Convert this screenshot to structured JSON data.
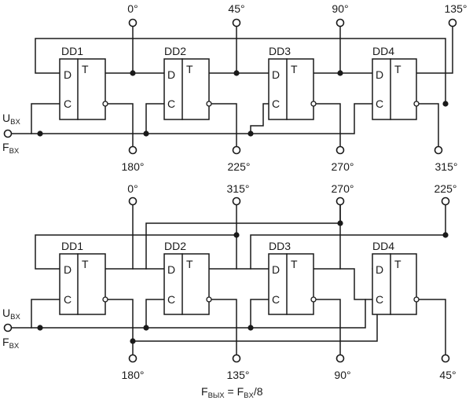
{
  "top": {
    "chips": [
      {
        "name": "DD1",
        "d": "D",
        "t": "T",
        "c": "C"
      },
      {
        "name": "DD2",
        "d": "D",
        "t": "T",
        "c": "C"
      },
      {
        "name": "DD3",
        "d": "D",
        "t": "T",
        "c": "C"
      },
      {
        "name": "DD4",
        "d": "D",
        "t": "T",
        "c": "C"
      }
    ],
    "outputs_top": [
      "0°",
      "45°",
      "90°",
      "135°"
    ],
    "outputs_bottom": [
      "180°",
      "225°",
      "270°",
      "315°"
    ],
    "input_u": {
      "main": "U",
      "sub": "BX"
    },
    "input_f": {
      "main": "F",
      "sub": "BX"
    }
  },
  "bottom": {
    "chips": [
      {
        "name": "DD1",
        "d": "D",
        "t": "T",
        "c": "C"
      },
      {
        "name": "DD2",
        "d": "D",
        "t": "T",
        "c": "C"
      },
      {
        "name": "DD3",
        "d": "D",
        "t": "T",
        "c": "C"
      },
      {
        "name": "DD4",
        "d": "D",
        "t": "T",
        "c": "C"
      }
    ],
    "outputs_top": [
      "0°",
      "315°",
      "270°",
      "225°"
    ],
    "outputs_bottom": [
      "180°",
      "135°",
      "90°",
      "45°"
    ],
    "input_u": {
      "main": "U",
      "sub": "BX"
    },
    "input_f": {
      "main": "F",
      "sub": "BX"
    }
  },
  "formula": {
    "f1": "F",
    "s1": "ВЫХ",
    "eq": " = F",
    "s2": "BX",
    "tail": "/8"
  }
}
